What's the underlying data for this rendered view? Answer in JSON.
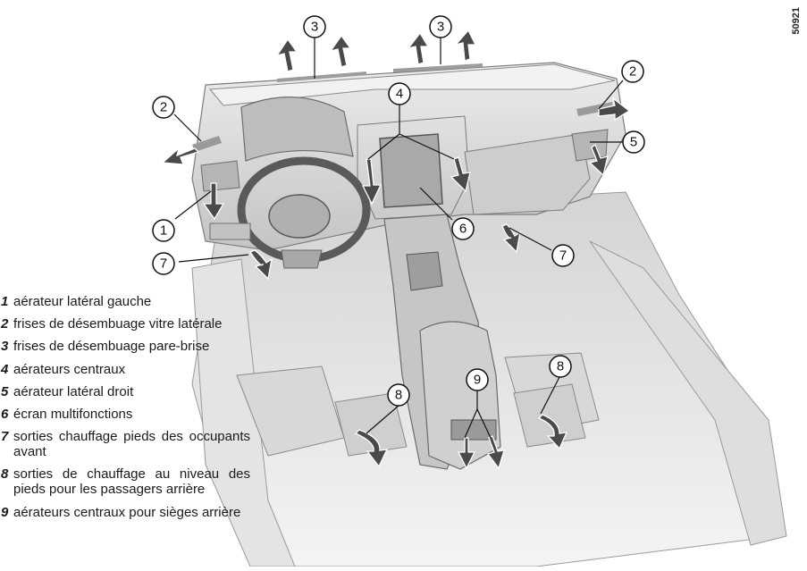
{
  "figure_code": "50921",
  "legend": [
    {
      "num": "1",
      "text": "aérateur latéral gauche"
    },
    {
      "num": "2",
      "text": "frises de désembuage vitre latérale"
    },
    {
      "num": "3",
      "text": "frises de désembuage pare-brise"
    },
    {
      "num": "4",
      "text": "aérateurs centraux"
    },
    {
      "num": "5",
      "text": "aérateur latéral droit"
    },
    {
      "num": "6",
      "text": "écran multifonctions"
    },
    {
      "num": "7",
      "text": "sorties chauffage pieds des occupants avant"
    },
    {
      "num": "8",
      "text": "sorties de chauffage au niveau des pieds pour les passagers arrière"
    },
    {
      "num": "9",
      "text": "aérateurs centraux pour sièges arrière"
    }
  ],
  "callouts": [
    "1",
    "2",
    "2",
    "3",
    "3",
    "4",
    "5",
    "6",
    "7",
    "7",
    "8",
    "8",
    "9"
  ],
  "colors": {
    "interior_light": "#e6e6e6",
    "interior_mid": "#c8c8c8",
    "interior_dark": "#8c8c8c",
    "arrow": "#4a4a4a"
  }
}
